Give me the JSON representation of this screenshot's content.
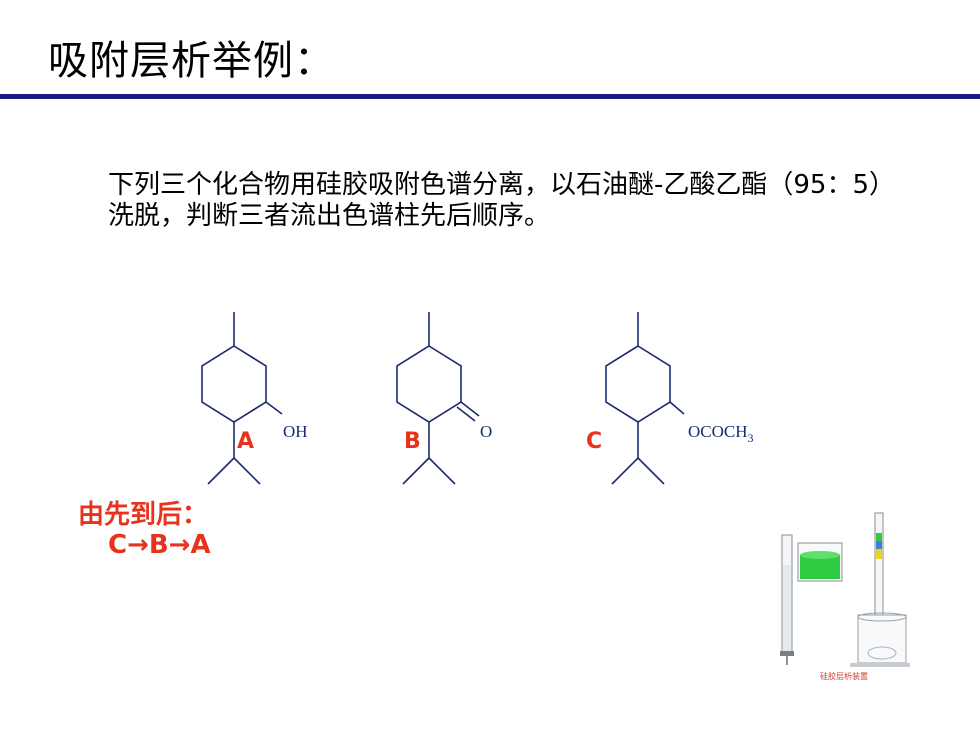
{
  "title": "吸附层析举例：",
  "question": "下列三个化合物用硅胶吸附色谱分离，以石油醚-乙酸乙酯（95：5）洗脱，判断三者流出色谱柱先后顺序。",
  "compounds": [
    {
      "label": "A",
      "group": "OH"
    },
    {
      "label": "B",
      "group": "O"
    },
    {
      "label": "C",
      "group": "OCOCH",
      "subscript": "3"
    }
  ],
  "answer": {
    "heading": "由先到后：",
    "order": "C→B→A"
  },
  "apparatus_caption": "硅胶层析装置",
  "colors": {
    "rule": "#1a1a80",
    "bond": "#1c2a6e",
    "label": "#e8331c",
    "liquid": "#2ecc40"
  }
}
